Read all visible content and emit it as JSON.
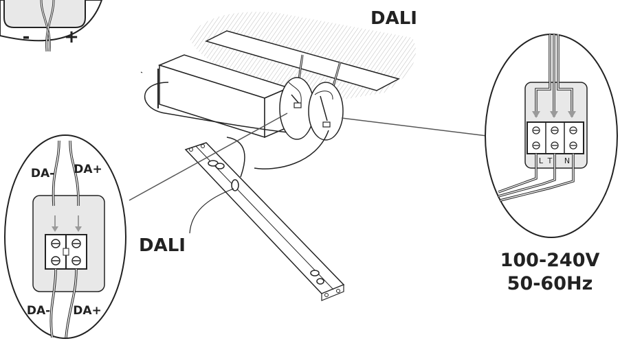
{
  "labels": {
    "dali_top": "DALI",
    "dali_bottom": "DALI",
    "voltage": "100-240V",
    "frequency": "50-60Hz"
  },
  "top_left_inset": {
    "minus": "-",
    "plus": "+"
  },
  "dali_inset": {
    "top_left": "DA-",
    "top_right": "DA+",
    "bottom_left": "DA-",
    "bottom_right": "DA+"
  },
  "mains_inset": {
    "terminal_l": "L",
    "terminal_t": "T",
    "terminal_n": "N"
  },
  "colors": {
    "line": "#222222",
    "fill_grey": "#e8e8e8",
    "arrow": "#9a9a9a"
  }
}
